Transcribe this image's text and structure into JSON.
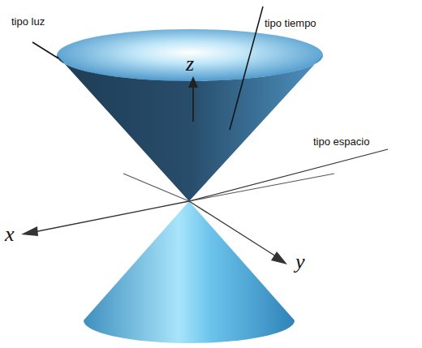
{
  "diagram": {
    "labels": [
      "tipo luz",
      "tipo tiempo",
      "z",
      "tipo espacio",
      "x",
      "y"
    ]
  }
}
